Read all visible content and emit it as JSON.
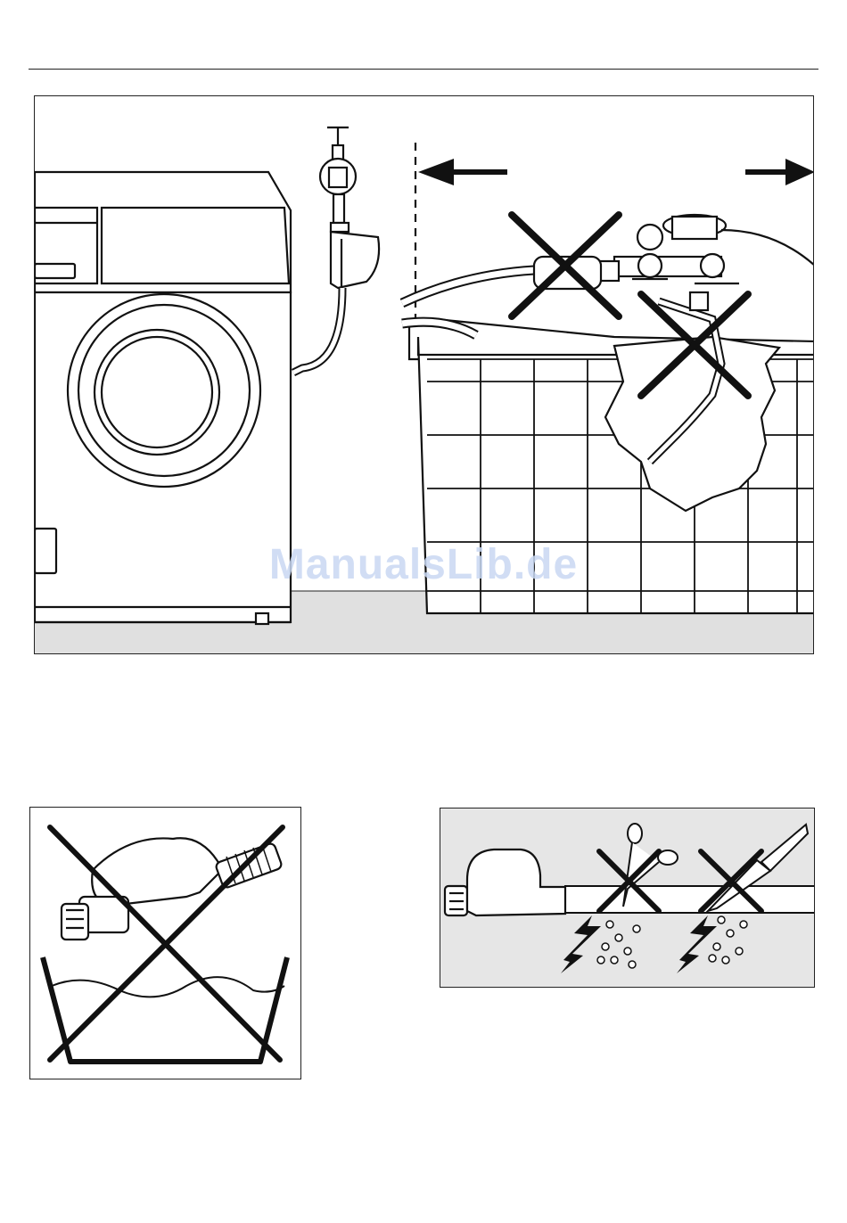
{
  "watermark": {
    "text": "ManualsLib.de"
  },
  "figures": {
    "main": {
      "icon": "installation-warning-illustration"
    },
    "bucket": {
      "icon": "do-not-submerge-illustration"
    },
    "cut": {
      "icon": "do-not-cut-hose-illustration"
    }
  },
  "colors": {
    "line": "#111111",
    "floor": "#e0e0e0",
    "panel": "#e6e6e6",
    "watermark": "#c9d8f3"
  }
}
